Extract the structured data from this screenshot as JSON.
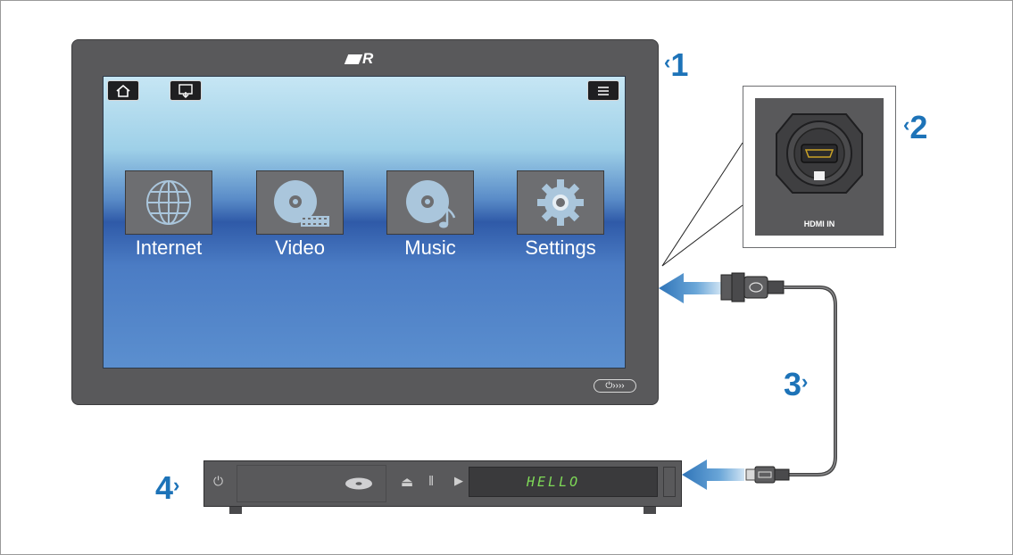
{
  "callouts": [
    {
      "number": "1"
    },
    {
      "number": "2"
    },
    {
      "number": "3"
    },
    {
      "number": "4"
    }
  ],
  "screen": {
    "apps": [
      {
        "label": "Internet",
        "icon": "globe-icon"
      },
      {
        "label": "Video",
        "icon": "video-disc-icon"
      },
      {
        "label": "Music",
        "icon": "music-disc-icon"
      },
      {
        "label": "Settings",
        "icon": "gear-icon"
      }
    ]
  },
  "inset": {
    "label": "HDMI IN"
  },
  "player": {
    "display_text": "HELLO"
  },
  "colors": {
    "callout": "#1d73b8",
    "bezel": "#59595b",
    "arrow": "#3d86c6",
    "display_text": "#7ed957"
  }
}
